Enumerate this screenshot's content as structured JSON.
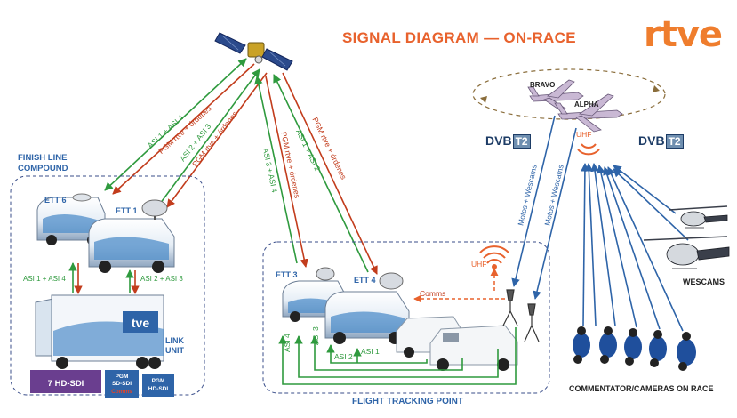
{
  "title": "SIGNAL DIAGRAM — ON-RACE",
  "brand": "rtve",
  "compound": {
    "title_line1": "FINISH LINE",
    "title_line2": "COMPOUND",
    "ett6": "ETT 6",
    "ett1": "ETT 1",
    "asi_left": "ASI 1 + ASI 4",
    "asi_right": "ASI 2 + ASI 3",
    "link_unit_line1": "LINK",
    "link_unit_line2": "UNIT",
    "truck_logo": "tve",
    "box_7hd": "7 HD-SDI",
    "box_pgm_sd_line1": "PGM",
    "box_pgm_sd_line2": "SD-SDI",
    "box_pgm_sd_line3": "Comms",
    "box_pgm_hd_line1": "PGM",
    "box_pgm_hd_line2": "HD-SDI"
  },
  "uplinks": {
    "ett6_up": "ASI 1 + ASI 4",
    "ett6_down": "PGM rtve + órdenes",
    "ett1_up": "ASI 2 + ASI 3",
    "ett1_down": "PGM rtve + órdenes",
    "ett3_up": "ASI 3 + ASI 4",
    "ett3_down": "PGM rtve + órdenes",
    "ett4_up": "ASI 1 + ASI 2",
    "ett4_down": "PGM rtve + órdenes"
  },
  "tracking": {
    "title": "FLIGHT TRACKING POINT",
    "ett3": "ETT 3",
    "ett4": "ETT 4",
    "uhf": "UHF",
    "comms": "Comms",
    "asi4": "ASI 4",
    "asi3": "ASI 3",
    "asi2": "ASI 2",
    "asi1": "ASI 1"
  },
  "air": {
    "bravo": "BRAVO",
    "alpha": "ALPHA",
    "uhf": "UHF",
    "dvb_text": "DVB",
    "dvb_t2": "T2",
    "motos_wescams_1": "Motos + Wescams",
    "motos_wescams_2": "Motos + Wescams",
    "wescams": "WESCAMS",
    "commentator": "COMMENTATOR/CAMERAS ON RACE"
  },
  "colors": {
    "green": "#2f9a3e",
    "red": "#c23c1c",
    "blue": "#2e64a8",
    "purple": "#6a3e8f",
    "orange": "#e8622d",
    "dashed": "#3a4e8a"
  }
}
